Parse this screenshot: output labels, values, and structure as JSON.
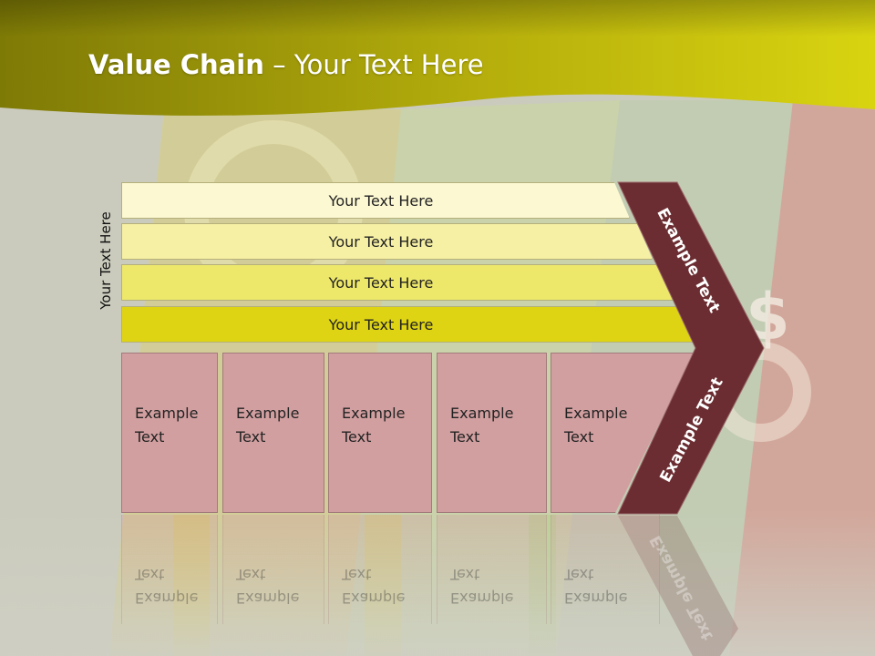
{
  "title": {
    "bold": "Value Chain",
    "rest": " – Your Text Here"
  },
  "side_label": "Your Text Here",
  "bars": [
    {
      "label": "Your Text Here",
      "color": "#fcf8d2"
    },
    {
      "label": "Your Text Here",
      "color": "#f6f0a4"
    },
    {
      "label": "Your Text Here",
      "color": "#eee86a"
    },
    {
      "label": "Your Text Here",
      "color": "#ded413"
    }
  ],
  "cells": [
    {
      "line1": "Example",
      "line2": "Text"
    },
    {
      "line1": "Example",
      "line2": "Text"
    },
    {
      "line1": "Example",
      "line2": "Text"
    },
    {
      "line1": "Example",
      "line2": "Text"
    },
    {
      "line1": "Example",
      "line2": "Text"
    }
  ],
  "chevron": {
    "top_label": "Example Text",
    "bottom_label": "Example Text",
    "color": "#6b2d31"
  },
  "colors": {
    "banner": "#c9c40f",
    "cell": "#d29fa0"
  }
}
